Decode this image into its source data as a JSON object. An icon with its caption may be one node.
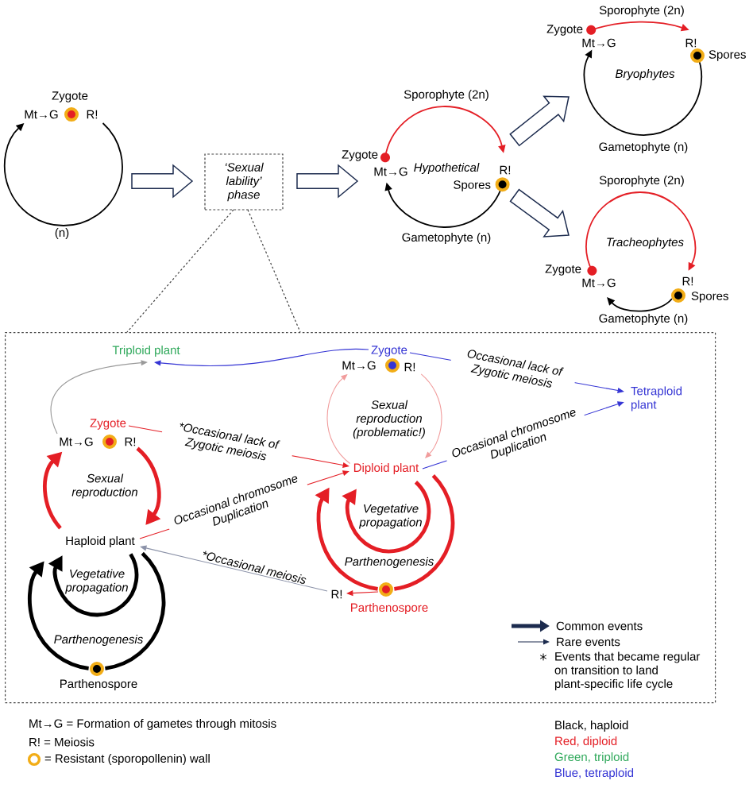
{
  "diagram": {
    "nodes": [
      {
        "text": [
          "Zygote",
          "Mt→G",
          "R!",
          "(n)"
        ]
      },
      {
        "text": [
          "‘Sexual lability’ phase"
        ]
      },
      {
        "text": [
          "Sporophyte (2n)",
          "Zygote",
          "Mt→G",
          "Hypothetical",
          "R!",
          "Spores",
          "Gametophyte (n)"
        ]
      },
      {
        "text": [
          "Sporophyte (2n)",
          "Zygote",
          "Mt→G",
          "R!",
          "Spores",
          "Bryophytes",
          "Gametophyte (n)"
        ]
      },
      {
        "text": [
          "Sporophyte (2n)",
          "Tracheophytes",
          "Zygote",
          "Mt→G",
          "R!",
          "Spores",
          "Gametophyte (n)"
        ]
      },
      {
        "text": [],
        "shape": "box"
      },
      {
        "text": [
          "Triploid plant"
        ],
        "in": 5
      },
      {
        "text": [
          "Zygote"
        ],
        "in": 5
      },
      {
        "text": [
          "Mt→G"
        ],
        "in": 5
      },
      {
        "text": [
          "R!"
        ],
        "in": 5
      },
      {
        "text": [
          "Tetraploid plant"
        ],
        "in": 5
      },
      {
        "text": [
          "Zygote"
        ],
        "in": 5
      },
      {
        "text": [
          "Mt→G"
        ],
        "in": 5
      },
      {
        "text": [
          "R!"
        ],
        "in": 5
      },
      {
        "text": [
          "Diploid plant"
        ],
        "in": 5
      },
      {
        "text": [
          "Haploid plant"
        ],
        "in": 5
      },
      {
        "text": [
          "R!"
        ],
        "in": 5
      },
      {
        "text": [],
        "shape": "circle",
        "beside": [
          "Parthenospore"
        ],
        "in": 5
      },
      {
        "text": [],
        "shape": "circle",
        "beside": [
          "Parthenospore"
        ],
        "in": 5
      }
    ],
    "edges": [
      {
        "from": 0,
        "to": 1,
        "arrow": "to",
        "style": "thick",
        "color": "#1c2b4e"
      },
      {
        "from": 1,
        "to": 2,
        "arrow": "to",
        "style": "thick",
        "color": "#1c2b4e"
      },
      {
        "from": 2,
        "to": 3,
        "arrow": "to",
        "style": "thick",
        "color": "#1c2b4e"
      },
      {
        "from": 2,
        "to": 4,
        "arrow": "to",
        "style": "thick",
        "color": "#1c2b4e"
      },
      {
        "from": 1,
        "to": 5,
        "arrow": "none",
        "style": "dashed",
        "color": "#444444"
      },
      {
        "from": 1,
        "to": 5,
        "arrow": "none",
        "style": "dashed",
        "color": "#444444"
      },
      {
        "from": 12,
        "to": 6,
        "arrow": "to",
        "color": "#9a9a9a"
      },
      {
        "from": 7,
        "to": 6,
        "arrow": "to",
        "color": "#3434d4"
      },
      {
        "from": 7,
        "to": 10,
        "arrow": "to",
        "label": "Occasional lack of Zygotic meiosis",
        "color": "#3434d4"
      },
      {
        "from": 14,
        "to": 10,
        "arrow": "to",
        "label": "Occasional chromosome Duplication",
        "color": "#3434d4"
      },
      {
        "from": 14,
        "to": 8,
        "arrow": "to",
        "color": "#f19c9c"
      },
      {
        "from": 9,
        "to": 14,
        "arrow": "to",
        "color": "#f19c9c"
      },
      {
        "from": 11,
        "to": 14,
        "arrow": "to",
        "label": "*Occasional lack of Zygotic meiosis"
      },
      {
        "from": 15,
        "to": 14,
        "arrow": "to",
        "label": "Occasional chromosome Duplication"
      },
      {
        "from": 15,
        "to": 12,
        "arrow": "to",
        "style": "thick"
      },
      {
        "from": 13,
        "to": 15,
        "arrow": "to",
        "style": "thick"
      },
      {
        "from": 16,
        "to": 15,
        "arrow": "to",
        "label": "*Occasional meiosis",
        "color": "#8b92a8"
      },
      {
        "from": 17,
        "to": 16,
        "arrow": "to"
      },
      {
        "from": 14,
        "to": 14,
        "arrow": "to",
        "style": "thick"
      },
      {
        "from": 14,
        "to": 17,
        "arrow": "none",
        "style": "thick",
        "label": "Parthenogenesis"
      },
      {
        "from": 17,
        "to": 14,
        "arrow": "to",
        "style": "thick"
      },
      {
        "from": 15,
        "to": 15,
        "arrow": "to",
        "style": "thick",
        "color": "#000000"
      },
      {
        "from": 15,
        "to": 18,
        "arrow": "none",
        "style": "thick",
        "color": "#000000",
        "label": "Parthenogenesis"
      },
      {
        "from": 18,
        "to": 15,
        "arrow": "to",
        "style": "thick",
        "color": "#000000"
      }
    ],
    "labels": [
      "Sexual reproduction (problematic!)",
      "Sexual reproduction",
      "Vegetative propagation",
      "Vegetative propagation",
      "Mt→G = Formation of gametes through mitosis",
      "R! = Meiosis",
      "= Resistant (sporopollenin) wall"
    ],
    "legend": [
      {
        "text": "Common events"
      },
      {
        "text": "Rare events"
      },
      {
        "text": "Events that became regular on transition to land plant-specific life cycle"
      },
      {
        "text": "Black, haploid",
        "color": "#000000"
      },
      {
        "text": "Red, diploid",
        "color": "#e41e25"
      },
      {
        "text": "Green, triploid",
        "color": "#2ea85a"
      },
      {
        "text": "Blue, tetraploid",
        "color": "#3434d4"
      }
    ]
  }
}
